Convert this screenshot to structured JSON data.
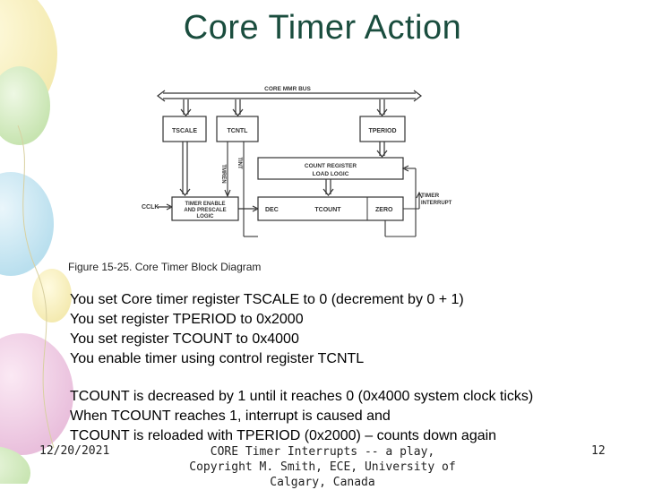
{
  "slide": {
    "title": "Core Timer Action",
    "bullets": [
      "You set Core timer register TSCALE to 0 (decrement by 0 + 1)",
      "You set register TPERIOD to 0x2000",
      "You set register TCOUNT to 0x4000",
      "You enable timer using control register TCNTL"
    ],
    "bullets2": [
      "TCOUNT is decreased by 1 until it reaches 0  (0x4000 system clock ticks)",
      "When TCOUNT reaches 1, interrupt is caused and",
      "TCOUNT is reloaded with TPERIOD (0x2000) – counts down again"
    ]
  },
  "diagram": {
    "bus_label": "CORE MMR BUS",
    "tscale": "TSCALE",
    "tcntl": "TCNTL",
    "tperiod": "TPERIOD",
    "tmren": "TMREN",
    "tint": "TINT",
    "count_reg_line1": "COUNT REGISTER",
    "count_reg_line2": "LOAD LOGIC",
    "cclk": "CCLK",
    "timer_enable_line1": "TIMER ENABLE",
    "timer_enable_line2": "AND PRESCALE",
    "timer_enable_line3": "LOGIC",
    "dec": "DEC",
    "tcount": "TCOUNT",
    "zero": "ZERO",
    "timer_interrupt_line1": "TIMER",
    "timer_interrupt_line2": "INTERRUPT",
    "caption": "Figure 15-25. Core Timer Block Diagram"
  },
  "footer": {
    "date": "12/20/2021",
    "center_line1": "CORE Timer Interrupts -- a play,",
    "center_line2": "Copyright M. Smith, ECE, University of",
    "center_line3": "Calgary, Canada",
    "page": "12"
  }
}
